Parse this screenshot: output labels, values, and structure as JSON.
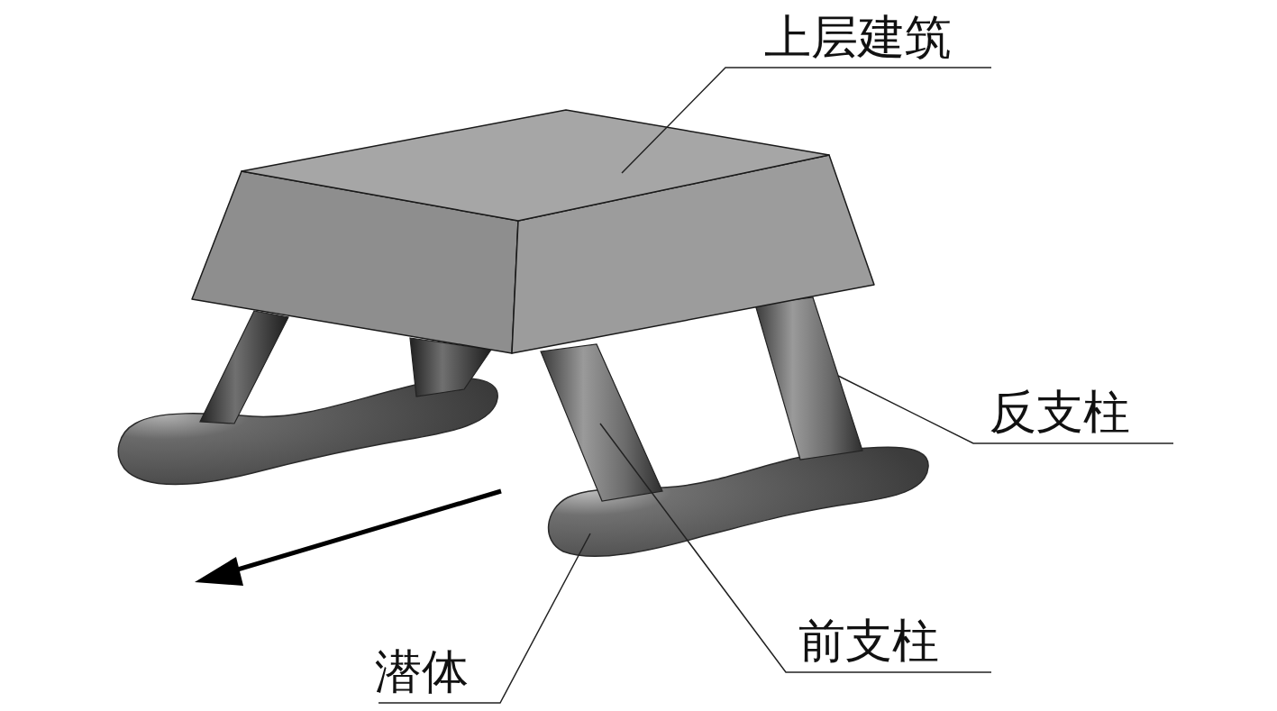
{
  "diagram": {
    "labels": [
      "上层建筑",
      "反支柱",
      "前支柱",
      "潜体"
    ]
  }
}
